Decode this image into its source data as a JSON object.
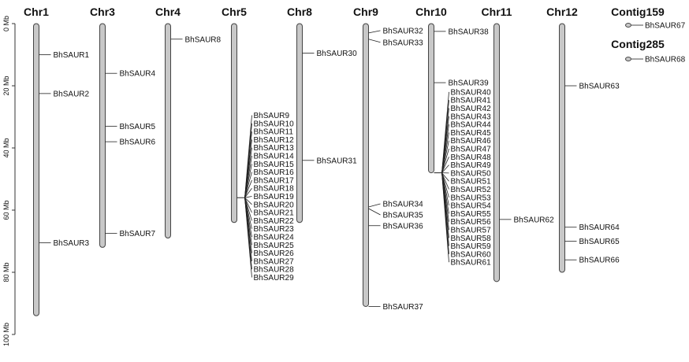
{
  "scale": {
    "unit": "Mb",
    "ticks": [
      {
        "value": 0,
        "label": "0 Mb"
      },
      {
        "value": 20,
        "label": "20 Mb"
      },
      {
        "value": 40,
        "label": "40 Mb"
      },
      {
        "value": 60,
        "label": "60 Mb"
      },
      {
        "value": 80,
        "label": "80 Mb"
      },
      {
        "value": 100,
        "label": "100 Mb"
      }
    ]
  },
  "chromosomes": [
    {
      "name": "Chr1",
      "length": 94,
      "genes": [
        {
          "name": "BhSAUR1",
          "pos": 10
        },
        {
          "name": "BhSAUR2",
          "pos": 22.5
        },
        {
          "name": "BhSAUR3",
          "pos": 70.5
        }
      ]
    },
    {
      "name": "Chr3",
      "length": 72,
      "genes": [
        {
          "name": "BhSAUR4",
          "pos": 16
        },
        {
          "name": "BhSAUR5",
          "pos": 33
        },
        {
          "name": "BhSAUR6",
          "pos": 38
        },
        {
          "name": "BhSAUR7",
          "pos": 67.5
        }
      ]
    },
    {
      "name": "Chr4",
      "length": 69,
      "genes": [
        {
          "name": "BhSAUR8",
          "pos": 5
        }
      ]
    },
    {
      "name": "Chr5",
      "length": 64,
      "genes": [
        {
          "name": "BhSAUR9",
          "pos": 56
        },
        {
          "name": "BhSAUR10",
          "pos": 56
        },
        {
          "name": "BhSAUR11",
          "pos": 56
        },
        {
          "name": "BhSAUR12",
          "pos": 56
        },
        {
          "name": "BhSAUR13",
          "pos": 56
        },
        {
          "name": "BhSAUR14",
          "pos": 56
        },
        {
          "name": "BhSAUR15",
          "pos": 56
        },
        {
          "name": "BhSAUR16",
          "pos": 56
        },
        {
          "name": "BhSAUR17",
          "pos": 56
        },
        {
          "name": "BhSAUR18",
          "pos": 56
        },
        {
          "name": "BhSAUR19",
          "pos": 56
        },
        {
          "name": "BhSAUR20",
          "pos": 56
        },
        {
          "name": "BhSAUR21",
          "pos": 56
        },
        {
          "name": "BhSAUR22",
          "pos": 56
        },
        {
          "name": "BhSAUR23",
          "pos": 56
        },
        {
          "name": "BhSAUR24",
          "pos": 56
        },
        {
          "name": "BhSAUR25",
          "pos": 56
        },
        {
          "name": "BhSAUR26",
          "pos": 56
        },
        {
          "name": "BhSAUR27",
          "pos": 56
        },
        {
          "name": "BhSAUR28",
          "pos": 56
        },
        {
          "name": "BhSAUR29",
          "pos": 56
        }
      ]
    },
    {
      "name": "Chr8",
      "length": 64,
      "genes": [
        {
          "name": "BhSAUR30",
          "pos": 9.5
        },
        {
          "name": "BhSAUR31",
          "pos": 44
        }
      ]
    },
    {
      "name": "Chr9",
      "length": 91,
      "genes": [
        {
          "name": "BhSAUR32",
          "pos": 3
        },
        {
          "name": "BhSAUR33",
          "pos": 5
        },
        {
          "name": "BhSAUR34",
          "pos": 59
        },
        {
          "name": "BhSAUR35",
          "pos": 59.5
        },
        {
          "name": "BhSAUR36",
          "pos": 65
        },
        {
          "name": "BhSAUR37",
          "pos": 91
        }
      ]
    },
    {
      "name": "Chr10",
      "length": 48,
      "genes": [
        {
          "name": "BhSAUR38",
          "pos": 2.5
        },
        {
          "name": "BhSAUR39",
          "pos": 19
        },
        {
          "name": "BhSAUR40",
          "pos": 48
        },
        {
          "name": "BhSAUR41",
          "pos": 48
        },
        {
          "name": "BhSAUR42",
          "pos": 48
        },
        {
          "name": "BhSAUR43",
          "pos": 48
        },
        {
          "name": "BhSAUR44",
          "pos": 48
        },
        {
          "name": "BhSAUR45",
          "pos": 48
        },
        {
          "name": "BhSAUR46",
          "pos": 48
        },
        {
          "name": "BhSAUR47",
          "pos": 48
        },
        {
          "name": "BhSAUR48",
          "pos": 48
        },
        {
          "name": "BhSAUR49",
          "pos": 48
        },
        {
          "name": "BhSAUR50",
          "pos": 48
        },
        {
          "name": "BhSAUR51",
          "pos": 48
        },
        {
          "name": "BhSAUR52",
          "pos": 48
        },
        {
          "name": "BhSAUR53",
          "pos": 48
        },
        {
          "name": "BhSAUR54",
          "pos": 48
        },
        {
          "name": "BhSAUR55",
          "pos": 48
        },
        {
          "name": "BhSAUR56",
          "pos": 48
        },
        {
          "name": "BhSAUR57",
          "pos": 48
        },
        {
          "name": "BhSAUR58",
          "pos": 48
        },
        {
          "name": "BhSAUR59",
          "pos": 48
        },
        {
          "name": "BhSAUR60",
          "pos": 48
        },
        {
          "name": "BhSAUR61",
          "pos": 48
        }
      ]
    },
    {
      "name": "Chr11",
      "length": 83,
      "genes": [
        {
          "name": "BhSAUR62",
          "pos": 63
        }
      ]
    },
    {
      "name": "Chr12",
      "length": 80,
      "genes": [
        {
          "name": "BhSAUR63",
          "pos": 20
        },
        {
          "name": "BhSAUR64",
          "pos": 65.5
        },
        {
          "name": "BhSAUR65",
          "pos": 70
        },
        {
          "name": "BhSAUR66",
          "pos": 76
        }
      ]
    }
  ],
  "contigs": [
    {
      "name": "Contig159",
      "gene": "BhSAUR67"
    },
    {
      "name": "Contig285",
      "gene": "BhSAUR68"
    }
  ]
}
